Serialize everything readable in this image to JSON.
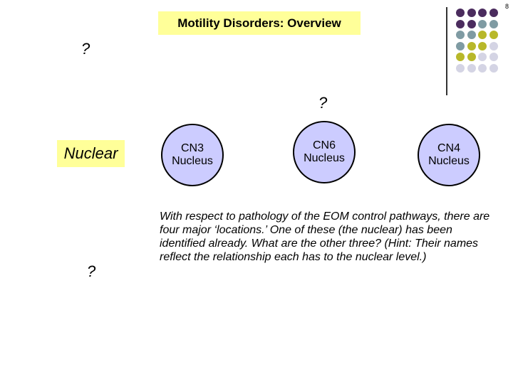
{
  "slide_number": "8",
  "title": "Motility Disorders: Overview",
  "question_marks": [
    "?",
    "?",
    "?"
  ],
  "nuclear_label": "Nuclear",
  "nuclei": [
    {
      "line1": "CN3",
      "line2": "Nucleus"
    },
    {
      "line1": "CN6",
      "line2": "Nucleus"
    },
    {
      "line1": "CN4",
      "line2": "Nucleus"
    }
  ],
  "body_text": "With respect to pathology of the EOM control pathways, there are four major ‘locations.’ One of these (the nuclear) has been identified already. What are the other three? (Hint: Their names reflect the relationship each has to the nuclear level.)",
  "colors": {
    "label_fill": "#ffff99",
    "nucleus_fill": "#ccccff",
    "dot_purple": "#4b2c5e",
    "dot_teal": "#7f9ba3",
    "dot_olive": "#b8b82a",
    "dot_lavender": "#d4d4e4"
  },
  "decoration_dots": [
    [
      "dot_purple",
      "dot_purple",
      "dot_purple",
      "dot_purple"
    ],
    [
      "dot_purple",
      "dot_purple",
      "dot_teal",
      "dot_teal"
    ],
    [
      "dot_teal",
      "dot_teal",
      "dot_olive",
      "dot_olive"
    ],
    [
      "dot_teal",
      "dot_olive",
      "dot_olive",
      "dot_lavender"
    ],
    [
      "dot_olive",
      "dot_olive",
      "dot_lavender",
      "dot_lavender"
    ],
    [
      "dot_lavender",
      "dot_lavender",
      "dot_lavender",
      "dot_lavender"
    ]
  ]
}
